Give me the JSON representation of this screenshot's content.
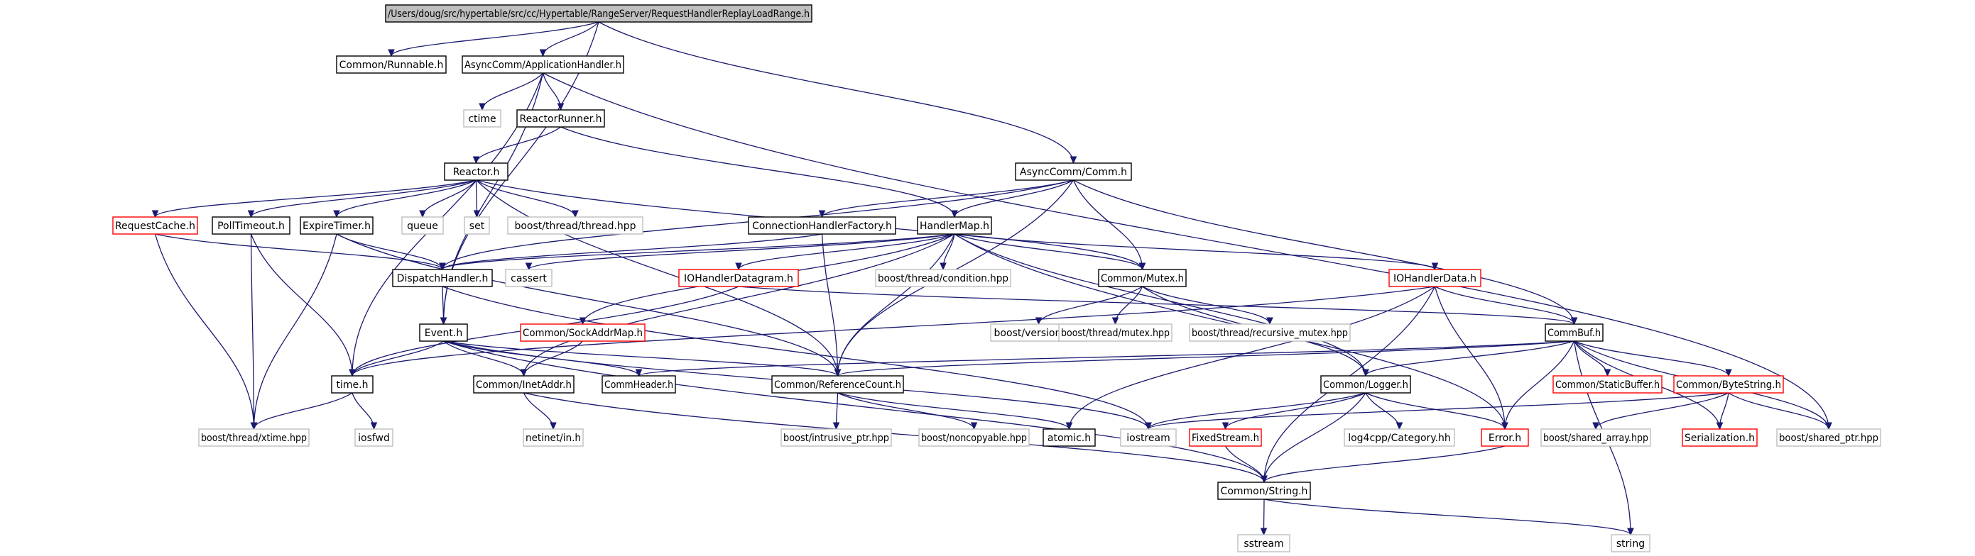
{
  "diagram": {
    "type": "include-dependency-graph",
    "colors": {
      "edge": "#191970",
      "root_fill": "#bfbfbf",
      "doc_border": "#000000",
      "undocumented_border": "#ff0000",
      "external_border": "#bfbfbf",
      "label": "#000000"
    },
    "nodes": [
      {
        "id": "root",
        "label": "/Users/doug/src/hypertable/src/cc/Hypertable/RangeServer/RequestHandlerReplayLoadRange.h",
        "style": "root"
      },
      {
        "id": "runnable",
        "label": "Common/Runnable.h",
        "style": "doc"
      },
      {
        "id": "apphandler",
        "label": "AsyncComm/ApplicationHandler.h",
        "style": "doc"
      },
      {
        "id": "ctime",
        "label": "ctime",
        "style": "external"
      },
      {
        "id": "reactorrunner",
        "label": "ReactorRunner.h",
        "style": "doc"
      },
      {
        "id": "reactor",
        "label": "Reactor.h",
        "style": "doc"
      },
      {
        "id": "comm",
        "label": "AsyncComm/Comm.h",
        "style": "doc"
      },
      {
        "id": "requestcache",
        "label": "RequestCache.h",
        "style": "undocumented"
      },
      {
        "id": "polltimeout",
        "label": "PollTimeout.h",
        "style": "doc"
      },
      {
        "id": "expiretimer",
        "label": "ExpireTimer.h",
        "style": "doc"
      },
      {
        "id": "queue",
        "label": "queue",
        "style": "external"
      },
      {
        "id": "set",
        "label": "set",
        "style": "external"
      },
      {
        "id": "thread",
        "label": "boost/thread/thread.hpp",
        "style": "external"
      },
      {
        "id": "connfactory",
        "label": "ConnectionHandlerFactory.h",
        "style": "doc"
      },
      {
        "id": "handlermap",
        "label": "HandlerMap.h",
        "style": "doc"
      },
      {
        "id": "dispatch",
        "label": "DispatchHandler.h",
        "style": "doc"
      },
      {
        "id": "cassert",
        "label": "cassert",
        "style": "external"
      },
      {
        "id": "iodgram",
        "label": "IOHandlerDatagram.h",
        "style": "undocumented"
      },
      {
        "id": "condition",
        "label": "boost/thread/condition.hpp",
        "style": "external"
      },
      {
        "id": "mutex",
        "label": "Common/Mutex.h",
        "style": "doc"
      },
      {
        "id": "iodata",
        "label": "IOHandlerData.h",
        "style": "undocumented"
      },
      {
        "id": "event",
        "label": "Event.h",
        "style": "doc"
      },
      {
        "id": "sockaddrmap",
        "label": "Common/SockAddrMap.h",
        "style": "undocumented"
      },
      {
        "id": "bversion",
        "label": "boost/version.hpp",
        "style": "external"
      },
      {
        "id": "bmutex",
        "label": "boost/thread/mutex.hpp",
        "style": "external"
      },
      {
        "id": "brecmutex",
        "label": "boost/thread/recursive_mutex.hpp",
        "style": "external"
      },
      {
        "id": "commbuf",
        "label": "CommBuf.h",
        "style": "doc"
      },
      {
        "id": "timeh",
        "label": "time.h",
        "style": "doc"
      },
      {
        "id": "inetaddr",
        "label": "Common/InetAddr.h",
        "style": "doc"
      },
      {
        "id": "commheader",
        "label": "CommHeader.h",
        "style": "doc"
      },
      {
        "id": "refcount",
        "label": "Common/ReferenceCount.h",
        "style": "doc"
      },
      {
        "id": "logger",
        "label": "Common/Logger.h",
        "style": "doc"
      },
      {
        "id": "staticbuffer",
        "label": "Common/StaticBuffer.h",
        "style": "undocumented"
      },
      {
        "id": "bytestring",
        "label": "Common/ByteString.h",
        "style": "undocumented"
      },
      {
        "id": "xtime",
        "label": "boost/thread/xtime.hpp",
        "style": "external"
      },
      {
        "id": "iosfwd",
        "label": "iosfwd",
        "style": "external"
      },
      {
        "id": "netinet",
        "label": "netinet/in.h",
        "style": "external"
      },
      {
        "id": "intrusive",
        "label": "boost/intrusive_ptr.hpp",
        "style": "external"
      },
      {
        "id": "noncopyable",
        "label": "boost/noncopyable.hpp",
        "style": "external"
      },
      {
        "id": "atomic",
        "label": "atomic.h",
        "style": "doc"
      },
      {
        "id": "iostream",
        "label": "iostream",
        "style": "external"
      },
      {
        "id": "fixedstream",
        "label": "FixedStream.h",
        "style": "undocumented"
      },
      {
        "id": "log4cpp",
        "label": "log4cpp/Category.hh",
        "style": "external"
      },
      {
        "id": "error",
        "label": "Error.h",
        "style": "undocumented"
      },
      {
        "id": "sharedarray",
        "label": "boost/shared_array.hpp",
        "style": "external"
      },
      {
        "id": "serialization",
        "label": "Serialization.h",
        "style": "undocumented"
      },
      {
        "id": "sharedptr",
        "label": "boost/shared_ptr.hpp",
        "style": "external"
      },
      {
        "id": "cstring",
        "label": "Common/String.h",
        "style": "doc"
      },
      {
        "id": "sstream",
        "label": "sstream",
        "style": "external"
      },
      {
        "id": "string",
        "label": "string",
        "style": "external"
      }
    ],
    "edges": [
      [
        "root",
        "runnable"
      ],
      [
        "root",
        "apphandler"
      ],
      [
        "root",
        "comm"
      ],
      [
        "root",
        "event"
      ],
      [
        "apphandler",
        "ctime"
      ],
      [
        "apphandler",
        "reactorrunner"
      ],
      [
        "apphandler",
        "event"
      ],
      [
        "apphandler",
        "timeh"
      ],
      [
        "apphandler",
        "sharedptr"
      ],
      [
        "reactorrunner",
        "reactor"
      ],
      [
        "reactorrunner",
        "handlermap"
      ],
      [
        "reactor",
        "requestcache"
      ],
      [
        "reactor",
        "polltimeout"
      ],
      [
        "reactor",
        "expiretimer"
      ],
      [
        "reactor",
        "queue"
      ],
      [
        "reactor",
        "set"
      ],
      [
        "reactor",
        "thread"
      ],
      [
        "reactor",
        "refcount"
      ],
      [
        "reactor",
        "mutex"
      ],
      [
        "comm",
        "connfactory"
      ],
      [
        "comm",
        "handlermap"
      ],
      [
        "comm",
        "dispatch"
      ],
      [
        "comm",
        "mutex"
      ],
      [
        "comm",
        "commbuf"
      ],
      [
        "comm",
        "refcount"
      ],
      [
        "requestcache",
        "dispatch"
      ],
      [
        "requestcache",
        "xtime"
      ],
      [
        "polltimeout",
        "xtime"
      ],
      [
        "polltimeout",
        "timeh"
      ],
      [
        "expiretimer",
        "dispatch"
      ],
      [
        "expiretimer",
        "xtime"
      ],
      [
        "expiretimer",
        "refcount"
      ],
      [
        "connfactory",
        "refcount"
      ],
      [
        "connfactory",
        "dispatch"
      ],
      [
        "handlermap",
        "dispatch"
      ],
      [
        "handlermap",
        "cassert"
      ],
      [
        "handlermap",
        "iodgram"
      ],
      [
        "handlermap",
        "condition"
      ],
      [
        "handlermap",
        "mutex"
      ],
      [
        "handlermap",
        "iodata"
      ],
      [
        "handlermap",
        "sockaddrmap"
      ],
      [
        "handlermap",
        "refcount"
      ],
      [
        "handlermap",
        "inetaddr"
      ],
      [
        "handlermap",
        "error"
      ],
      [
        "handlermap",
        "logger"
      ],
      [
        "dispatch",
        "event"
      ],
      [
        "dispatch",
        "iostream"
      ],
      [
        "iodgram",
        "timeh"
      ],
      [
        "iodgram",
        "commbuf"
      ],
      [
        "mutex",
        "bversion"
      ],
      [
        "mutex",
        "bmutex"
      ],
      [
        "mutex",
        "brecmutex"
      ],
      [
        "mutex",
        "logger"
      ],
      [
        "iodata",
        "timeh"
      ],
      [
        "iodata",
        "commbuf"
      ],
      [
        "iodata",
        "error"
      ],
      [
        "iodata",
        "cstring"
      ],
      [
        "iodata",
        "atomic"
      ],
      [
        "event",
        "timeh"
      ],
      [
        "event",
        "inetaddr"
      ],
      [
        "event",
        "commheader"
      ],
      [
        "event",
        "refcount"
      ],
      [
        "event",
        "cstring"
      ],
      [
        "event",
        "iostream"
      ],
      [
        "sockaddrmap",
        "inetaddr"
      ],
      [
        "commbuf",
        "commheader"
      ],
      [
        "commbuf",
        "refcount"
      ],
      [
        "commbuf",
        "logger"
      ],
      [
        "commbuf",
        "staticbuffer"
      ],
      [
        "commbuf",
        "bytestring"
      ],
      [
        "commbuf",
        "serialization"
      ],
      [
        "commbuf",
        "sharedptr"
      ],
      [
        "commbuf",
        "string"
      ],
      [
        "commbuf",
        "error"
      ],
      [
        "timeh",
        "xtime"
      ],
      [
        "timeh",
        "iosfwd"
      ],
      [
        "inetaddr",
        "netinet"
      ],
      [
        "inetaddr",
        "cstring"
      ],
      [
        "refcount",
        "intrusive"
      ],
      [
        "refcount",
        "noncopyable"
      ],
      [
        "refcount",
        "atomic"
      ],
      [
        "logger",
        "iostream"
      ],
      [
        "logger",
        "fixedstream"
      ],
      [
        "logger",
        "log4cpp"
      ],
      [
        "logger",
        "error"
      ],
      [
        "logger",
        "cstring"
      ],
      [
        "bytestring",
        "sharedarray"
      ],
      [
        "bytestring",
        "serialization"
      ],
      [
        "bytestring",
        "sharedptr"
      ],
      [
        "bytestring",
        "iostream"
      ],
      [
        "fixedstream",
        "cstring"
      ],
      [
        "error",
        "cstring"
      ],
      [
        "cstring",
        "sstream"
      ],
      [
        "cstring",
        "string"
      ]
    ]
  }
}
